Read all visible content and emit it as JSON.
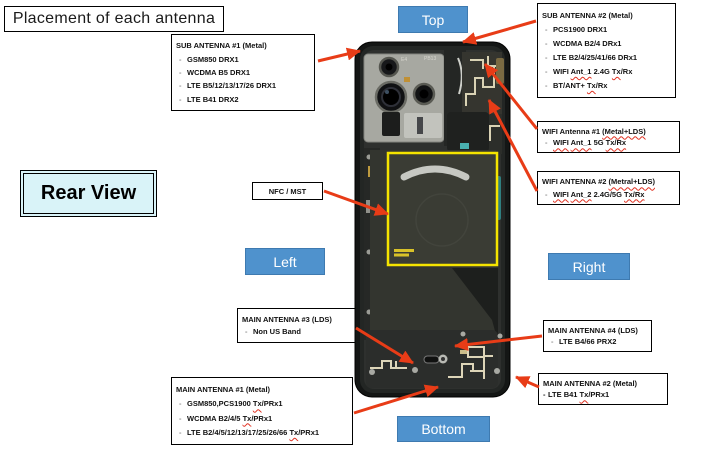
{
  "title": "Placement of each antenna",
  "view_label": "Rear View",
  "ui": {
    "bullet": "-"
  },
  "colors": {
    "red": "#e83c17",
    "blue": "#4f92cd",
    "yellow": "#f5e400",
    "cyanbg": "#d9f3f8"
  },
  "direction_labels": {
    "top": "Top",
    "left": "Left",
    "right": "Right",
    "bottom": "Bottom"
  },
  "phone": {
    "labels": {
      "e4": "E4",
      "pb13": "PB13"
    }
  },
  "callouts": {
    "sub1": {
      "header": [
        {
          "t": "SUB ANTENNA #1 (Metal)"
        }
      ],
      "items": [
        [
          {
            "t": "GSM850 DRX1"
          }
        ],
        [
          {
            "t": "WCDMA B5 DRX1"
          }
        ],
        [
          {
            "t": "LTE B5/12/13/17/26 DRX1"
          }
        ],
        [
          {
            "t": "LTE B41 DRX2"
          }
        ]
      ]
    },
    "sub2": {
      "header": [
        {
          "t": "SUB ANTENNA #2 (Metal)"
        }
      ],
      "items": [
        [
          {
            "t": "PCS1900 DRX1"
          }
        ],
        [
          {
            "t": "WCDMA B2/4 DRx1"
          }
        ],
        [
          {
            "t": "LTE B2/4/25/41/66 DRx1"
          }
        ],
        [
          {
            "t": "WIFI "
          },
          {
            "t": "Ant_1",
            "sq": true
          },
          {
            "t": " 2.4G "
          },
          {
            "t": "Tx",
            "sq": true
          },
          {
            "t": "/Rx"
          }
        ],
        [
          {
            "t": "BT/ANT+ "
          },
          {
            "t": "Tx",
            "sq": true
          },
          {
            "t": "/Rx"
          }
        ]
      ]
    },
    "wifi1": {
      "header": [
        {
          "t": "WIFI Antenna #1 "
        },
        {
          "t": "(Metal+LDS)",
          "sq": true
        }
      ],
      "items": [
        [
          {
            "t": "WIFI",
            "sq": true
          },
          {
            "t": " "
          },
          {
            "t": "Ant_1",
            "sq": true
          },
          {
            "t": " 5G "
          },
          {
            "t": "Tx/Rx",
            "sq": true
          }
        ]
      ]
    },
    "wifi2": {
      "header": [
        {
          "t": "WIFI ANTENNA #2 "
        },
        {
          "t": "(Metral+LDS)",
          "sq": true
        }
      ],
      "items": [
        [
          {
            "t": "WIFI",
            "sq": true
          },
          {
            "t": " "
          },
          {
            "t": "Ant_2",
            "sq": true
          },
          {
            "t": " 2.4G/5G "
          },
          {
            "t": "Tx/Rx",
            "sq": true
          }
        ]
      ]
    },
    "nfc": {
      "header": [
        {
          "t": "NFC / MST"
        }
      ],
      "items": []
    },
    "main3": {
      "header": [
        {
          "t": "MAIN ANTENNA #3 (LDS)"
        }
      ],
      "items": [
        [
          {
            "t": "Non US Band"
          }
        ]
      ]
    },
    "main4": {
      "header": [
        {
          "t": "MAIN ANTENNA #4 (LDS)"
        }
      ],
      "items": [
        [
          {
            "t": "LTE B4/66 PRX2"
          }
        ]
      ]
    },
    "main1": {
      "header": [
        {
          "t": "MAIN ANTENNA #1 (Metal)"
        }
      ],
      "items": [
        [
          {
            "t": "GSM850,PCS1900 "
          },
          {
            "t": "Tx",
            "sq": true
          },
          {
            "t": "/PRx1"
          }
        ],
        [
          {
            "t": "WCDMA B2/4/5 "
          },
          {
            "t": "Tx",
            "sq": true
          },
          {
            "t": "/PRx1"
          }
        ],
        [
          {
            "t": "LTE B2/4/5/12/13/17/25/26/66 "
          },
          {
            "t": "Tx",
            "sq": true
          },
          {
            "t": "/PRx1"
          }
        ]
      ]
    },
    "main2": {
      "header": [
        {
          "t": "MAIN ANTENNA #2 (Metal)"
        }
      ],
      "items": [
        [
          {
            "t": "LTE B41 "
          },
          {
            "t": "Tx",
            "sq": true
          },
          {
            "t": "/PRx1"
          }
        ]
      ]
    }
  }
}
